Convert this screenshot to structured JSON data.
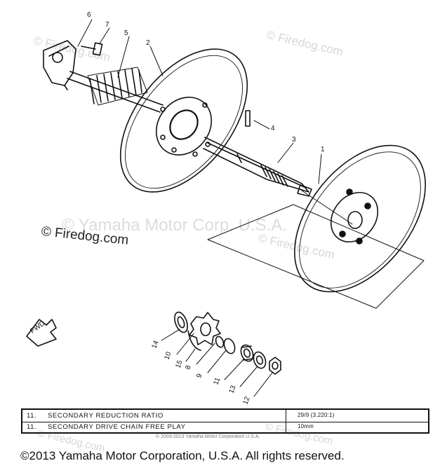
{
  "watermarks": {
    "main": "© Yamaha Motor Corp. U.S.A.",
    "firedog": "© Firedog.com"
  },
  "firedog_mark": "© Firedog.com",
  "callouts": [
    "1",
    "2",
    "3",
    "4",
    "5",
    "6",
    "7",
    "8",
    "9",
    "10",
    "11",
    "12",
    "13",
    "14",
    "15"
  ],
  "fwd_arrow": "FWD",
  "spec_table": {
    "rows": [
      {
        "no": "11.",
        "label": "SECONDARY REDUCTION RATIO",
        "value": "29/9 (3.220:1)"
      },
      {
        "no": "11.",
        "label": "SECONDARY DRIVE CHAIN FREE PLAY",
        "value": "10mm"
      }
    ],
    "footnote": "© 2003-2013 Yamaha Motor Corporation U.S.A."
  },
  "copyright": "©2013 Yamaha Motor Corporation, U.S.A. All rights reserved."
}
